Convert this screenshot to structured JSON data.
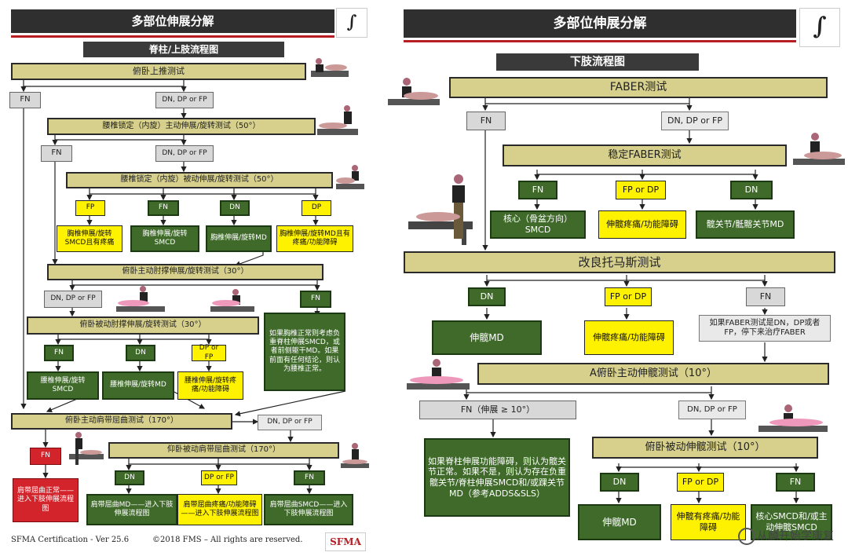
{
  "left": {
    "title": "多部位伸展分解",
    "subtitle": "脊柱/上肢流程图",
    "boxes": {
      "t1": "俯卧上推测试",
      "fn1": "FN",
      "dn1": "DN, DP or FP",
      "t2": "腰椎锁定（内旋）主动伸展/旋转测试（50°）",
      "fn2": "FN",
      "dn2": "DN, DP or FP",
      "t3": "腰椎锁定（内旋）被动伸展/旋转测试（50°）",
      "fp3": "FP",
      "fn3": "FN",
      "dn3": "DN",
      "dp3": "DP",
      "r3a": "胸椎伸展/旋转SMCD且有疼痛",
      "r3b": "胸椎伸展/旋转SMCD",
      "r3c": "胸椎伸展/旋转MD",
      "r3d": "胸椎伸展/旋转MD且有疼痛/功能障碍",
      "t4": "俯卧主动肘撑伸展/旋转测试（30°）",
      "dn4": "DN, DP or FP",
      "fn4": "FN",
      "t5": "俯卧被动肘撑伸展/旋转测试（30°）",
      "fn5": "FN",
      "dn5": "DN",
      "dp5": "DP or FP",
      "r5a": "腰椎伸展/旋转SMCD",
      "r5b": "腰椎伸展/旋转MD",
      "r5c": "腰椎伸展/旋转疼痛/功能障碍",
      "note": "如果胸椎正常则考虑负重脊柱伸展SMCD，或者前侧躯干MD。如果前面有任何结论，则认为腰椎正常。",
      "t6": "俯卧主动肩带屈曲测试（170°）",
      "dn6": "DN, DP or FP",
      "fn6": "FN",
      "t7": "仰卧被动肩带屈曲测试（170°）",
      "dn7": "DN",
      "dp7": "DP or FP",
      "fn7": "FN",
      "r6": "肩带屈曲正常——进入下肢伸展流程图",
      "r7a": "肩带屈曲MD——进入下肢伸展流程图",
      "r7b": "肩带屈曲疼痛/功能障碍——进入下肢伸展流程图",
      "r7c": "肩带屈曲SMCD——进入下肢伸展流程图"
    },
    "footer_left": "SFMA Certification - Ver 25.6",
    "footer_mid": "©2018 FMS – All rights are reserved.",
    "logo": "SFMA"
  },
  "right": {
    "title": "多部位伸展分解",
    "subtitle": "下肢流程图",
    "boxes": {
      "t1": "FABER测试",
      "fn1": "FN",
      "dn1": "DN, DP or FP",
      "t2": "稳定FABER测试",
      "fn2": "FN",
      "fp2": "FP or DP",
      "dn2": "DN",
      "r2a": "核心（骨盆方向）SMCD",
      "r2b": "伸髋疼痛/功能障碍",
      "r2c": "髋关节/骶髂关节MD",
      "t3": "改良托马斯测试",
      "dn3": "DN",
      "fp3": "FP or DP",
      "fn3": "FN",
      "r3a": "伸髋MD",
      "r3b": "伸髋疼痛/功能障碍",
      "r3c": "如果FABER测试是DN，DP或者FP，停下来治疗FABER",
      "t4": "A俯卧主动伸髋测试（10°）",
      "fn4": "FN（伸展 ≥ 10°）",
      "dn4": "DN, DP or FP",
      "note": "如果脊柱伸展功能障碍，则认为髋关节正常。如果不是，则认为存在负重髋关节/脊柱伸展SMCD和/或踝关节MD（参考ADDS&SLS）",
      "t5": "俯卧被动伸髋测试（10°）",
      "dn5": "DN",
      "fp5": "FP or DP",
      "fn5": "FN",
      "r5a": "伸髋MD",
      "r5b": "伸髋有疼痛/功能障碍",
      "r5c": "核心SMCD和/或主动伸髋SMCD"
    },
    "watermark": "从麟开始学康复"
  },
  "colors": {
    "olive": "#d6d08c",
    "green": "#3f6a2a",
    "yellow": "#fff200",
    "red": "#d3232b",
    "gray": "#d8d8d8",
    "dark": "#2f2f2f"
  }
}
